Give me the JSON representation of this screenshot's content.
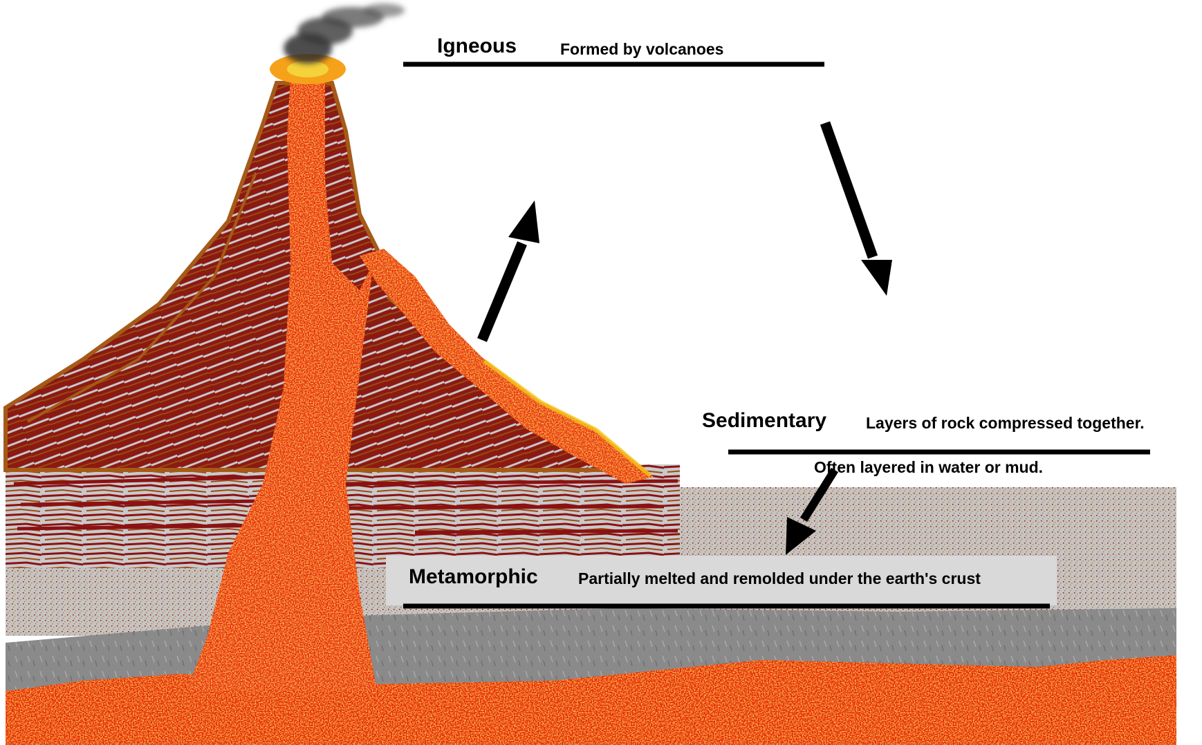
{
  "igneous": {
    "title": "Igneous",
    "description": "Formed by volcanoes"
  },
  "sedimentary": {
    "title": "Sedimentary",
    "description": "Layers of rock compressed together.",
    "description_2": "Often layered in water or mud."
  },
  "metamorphic": {
    "title": "Metamorphic",
    "description": "Partially melted and remolded under the earth's crust"
  },
  "colors": {
    "lava": "#e8200f",
    "lava_orange": "#f07a1a",
    "lava_yellow": "#f5c518",
    "rock_brown": "#9b4a12",
    "rock_maroon": "#8b1212",
    "rock_grey": "#c9c9cc",
    "crust_grey": "#8a8a8a",
    "smoke": "#3a3a3a",
    "label_box": "#d9d9d9"
  }
}
